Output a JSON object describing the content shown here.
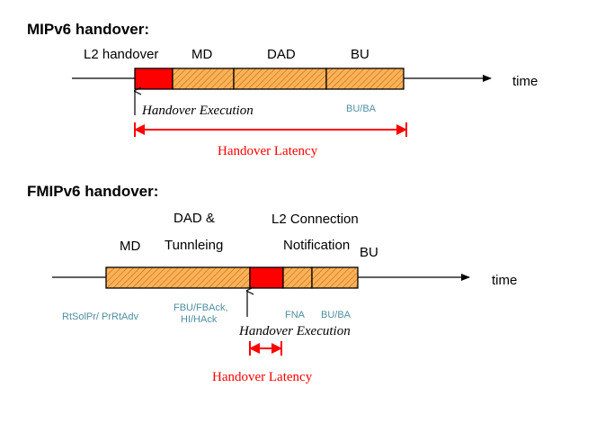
{
  "mipv6": {
    "heading": "MIPv6 handover:",
    "phase_labels": {
      "l2": "L2 handover",
      "md": "MD",
      "dad": "DAD",
      "bu": "BU"
    },
    "time_label": "time",
    "handover_execution": "Handover Execution",
    "message_bu_ba": "BU/BA",
    "latency_label": "Handover Latency"
  },
  "fmipv6": {
    "heading": "FMIPv6 handover:",
    "phase_labels": {
      "md": "MD",
      "dad_line1": "DAD &",
      "dad_line2": "Tunnleing",
      "l2_line1": "L2 Connection",
      "l2_line2": "Notification",
      "bu": "BU"
    },
    "time_label": "time",
    "messages": {
      "rtsolpr": "RtSolPr/ PrRtAdv",
      "fbu_line1": "FBU/FBAck,",
      "fbu_line2": "HI/HAck",
      "fna": "FNA",
      "bu_ba": "BU/BA"
    },
    "handover_execution": "Handover Execution",
    "latency_label": "Handover Latency"
  },
  "colors": {
    "hatched_fill": "#f9b25a",
    "hatch_stroke": "#c96a00",
    "red_block": "#ff0000",
    "latency_red": "#ff0000",
    "message_text": "#4f8fa0",
    "line": "#000000"
  }
}
